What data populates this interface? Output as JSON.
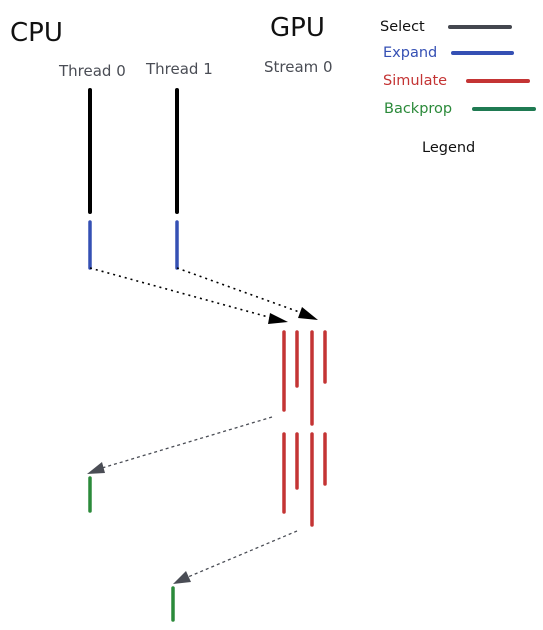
{
  "headings": {
    "cpu": "CPU",
    "gpu": "GPU"
  },
  "lanes": {
    "thread0": "Thread 0",
    "thread1": "Thread 1",
    "stream0": "Stream 0"
  },
  "legend": {
    "title": "Legend",
    "items": [
      {
        "label": "Select",
        "color": "#44474f"
      },
      {
        "label": "Expand",
        "color": "#3550b4"
      },
      {
        "label": "Simulate",
        "color": "#c43434"
      },
      {
        "label": "Backprop",
        "color": "#1f7a52"
      }
    ],
    "label_colors": [
      "#111111",
      "#3550b4",
      "#c43434",
      "#2b8a3a"
    ]
  },
  "colors": {
    "lane_bar": "#000000",
    "expand": "#3550b4",
    "simulate": "#c43434",
    "backprop": "#2b8a3a",
    "arrow_dark": "#000000",
    "arrow_grey": "#4a4d55"
  }
}
